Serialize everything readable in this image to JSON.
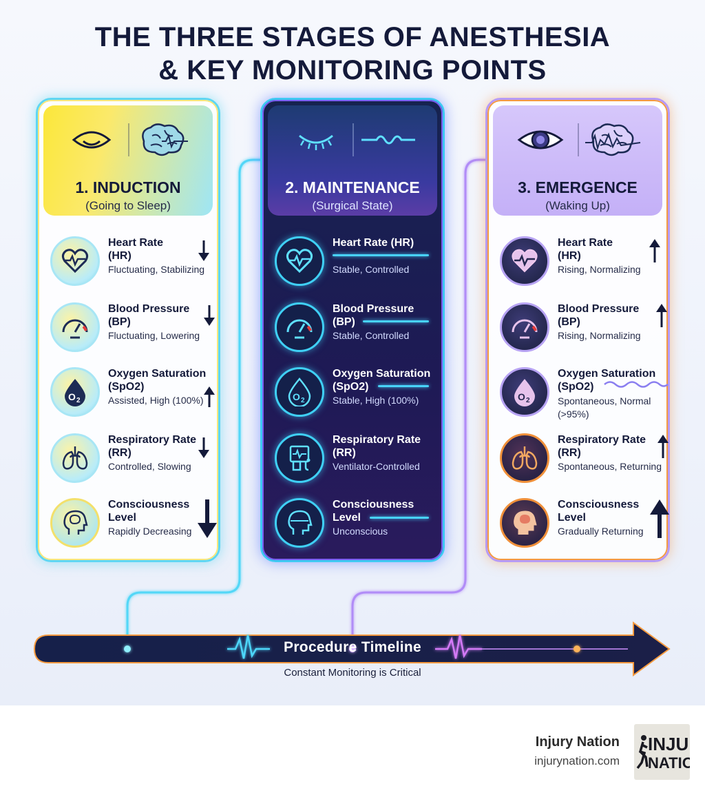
{
  "title": {
    "line1": "THE THREE STAGES OF ANESTHESIA",
    "line2": "& KEY MONITORING POINTS"
  },
  "stages": [
    {
      "title": "1. INDUCTION",
      "subtitle": "(Going to Sleep)",
      "icons": [
        "relaxed-eye-icon",
        "brain-wave-icon"
      ],
      "metrics": [
        {
          "name": "Heart Rate",
          "abbr": "(HR)",
          "status": "Fluctuating, Stabilizing",
          "trend": "down",
          "icon": "heart-icon"
        },
        {
          "name": "Blood Pressure",
          "abbr": "(BP)",
          "status": "Fluctuating, Lowering",
          "trend": "down",
          "icon": "gauge-icon"
        },
        {
          "name": "Oxygen Saturation",
          "abbr": "(SpO2)",
          "status": "Assisted, High (100%)",
          "trend": "up",
          "icon": "oxygen-drop-icon"
        },
        {
          "name": "Respiratory Rate",
          "abbr": "(RR)",
          "status": "Controlled, Slowing",
          "trend": "down",
          "icon": "lungs-icon"
        },
        {
          "name": "Consciousness",
          "abbr": "Level",
          "status": "Rapidly Decreasing",
          "trend": "down-large",
          "icon": "head-brain-icon"
        }
      ]
    },
    {
      "title": "2. MAINTENANCE",
      "subtitle": "(Surgical State)",
      "icons": [
        "closed-eye-icon",
        "flat-wave-icon"
      ],
      "metrics": [
        {
          "name": "Heart Rate (HR)",
          "abbr": "",
          "status": "Stable, Controlled",
          "trend": "flat",
          "icon": "heart-icon"
        },
        {
          "name": "Blood Pressure",
          "abbr": "(BP)",
          "status": "Stable, Controlled",
          "trend": "flat",
          "icon": "gauge-icon"
        },
        {
          "name": "Oxygen Saturation",
          "abbr": "(SpO2)",
          "status": "Stable, High (100%)",
          "trend": "flat",
          "icon": "oxygen-drop-icon"
        },
        {
          "name": "Respiratory Rate",
          "abbr": "(RR)",
          "status": "Ventilator-Controlled",
          "trend": "none",
          "icon": "ventilator-icon"
        },
        {
          "name": "Consciousness",
          "abbr": "Level",
          "status": "Unconscious",
          "trend": "flat",
          "icon": "head-outline-icon"
        }
      ]
    },
    {
      "title": "3. EMERGENCE",
      "subtitle": "(Waking Up)",
      "icons": [
        "open-eye-icon",
        "active-brain-icon"
      ],
      "metrics": [
        {
          "name": "Heart Rate",
          "abbr": "(HR)",
          "status": "Rising, Normalizing",
          "trend": "up",
          "icon": "heart-icon"
        },
        {
          "name": "Blood Pressure",
          "abbr": "(BP)",
          "status": "Rising, Normalizing",
          "trend": "up",
          "icon": "gauge-icon"
        },
        {
          "name": "Oxygen Saturation",
          "abbr": "(SpO2)",
          "status": "Spontaneous, Normal (>95%)",
          "trend": "wave",
          "icon": "oxygen-drop-icon"
        },
        {
          "name": "Respiratory Rate",
          "abbr": "(RR)",
          "status": "Spontaneous, Returning",
          "trend": "up",
          "icon": "lungs-icon"
        },
        {
          "name": "Consciousness",
          "abbr": "Level",
          "status": "Gradually Returning",
          "trend": "up-large",
          "icon": "head-brain-icon"
        }
      ]
    }
  ],
  "timeline": {
    "label": "Procedure Timeline",
    "note": "Constant Monitoring is Critical"
  },
  "brand": {
    "name": "Injury Nation",
    "url": "injurynation.com",
    "logo_line1": "INJU",
    "logo_line2": "NATIO"
  },
  "colors": {
    "navy": "#141a3a",
    "cyan": "#48d3fb",
    "purple": "#b69af5",
    "orange": "#f0903a",
    "yellow": "#fbe73a"
  }
}
